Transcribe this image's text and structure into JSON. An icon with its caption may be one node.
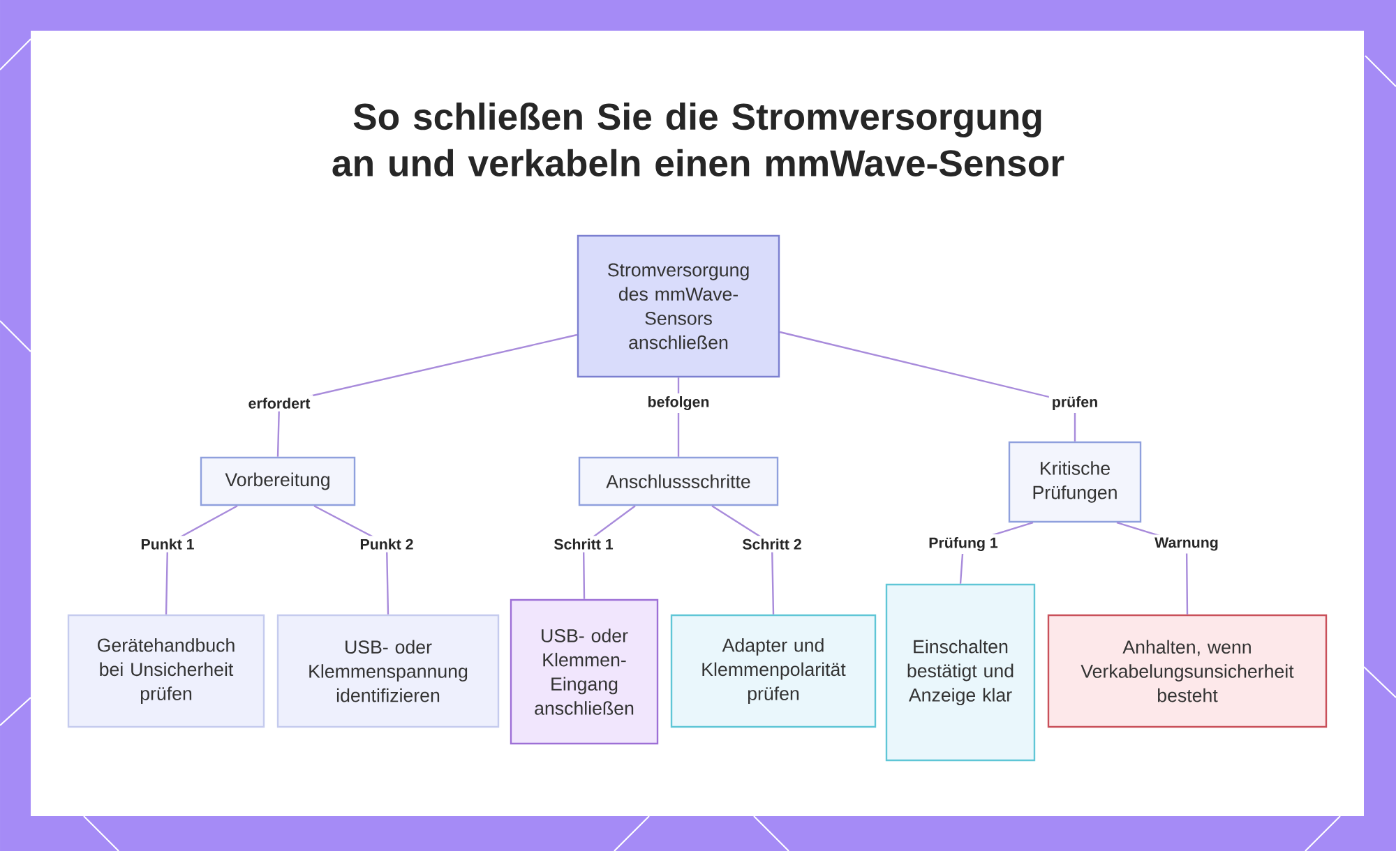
{
  "diagram": {
    "title": "So schließen Sie die Stromversorgung an und verkabeln einen mmWave-Sensor",
    "nodes": [
      {
        "text": [
          "Stromversorgung des mmWave-Sensors anschließen"
        ]
      },
      {
        "text": [
          "Vorbereitung"
        ]
      },
      {
        "text": [
          "Anschlussschritte"
        ]
      },
      {
        "text": [
          "Kritische Prüfungen"
        ]
      },
      {
        "text": [
          "Gerätehandbuch bei Unsicherheit prüfen"
        ]
      },
      {
        "text": [
          "USB- oder Klemmenspannung identifizieren"
        ]
      },
      {
        "text": [
          "USB- oder Klemmen-Eingang anschließen"
        ]
      },
      {
        "text": [
          "Adapter und Klemmenpolarität prüfen"
        ]
      },
      {
        "text": [
          "Einschalten bestätigt und Anzeige klar"
        ]
      },
      {
        "text": [
          "Anhalten, wenn Verkabelungsunsicherheit besteht"
        ]
      }
    ],
    "edges": [
      {
        "from": 0,
        "to": 1,
        "arrow": "none",
        "label": "erfordert"
      },
      {
        "from": 0,
        "to": 2,
        "arrow": "none",
        "label": "befolgen"
      },
      {
        "from": 0,
        "to": 3,
        "arrow": "none",
        "label": "prüfen"
      },
      {
        "from": 1,
        "to": 4,
        "arrow": "none",
        "label": "Punkt 1"
      },
      {
        "from": 1,
        "to": 5,
        "arrow": "none",
        "label": "Punkt 2"
      },
      {
        "from": 2,
        "to": 6,
        "arrow": "none",
        "label": "Schritt 1"
      },
      {
        "from": 2,
        "to": 7,
        "arrow": "none",
        "label": "Schritt 2"
      },
      {
        "from": 3,
        "to": 8,
        "arrow": "none",
        "label": "Prüfung 1"
      },
      {
        "from": 3,
        "to": 9,
        "arrow": "none",
        "label": "Warnung"
      }
    ]
  }
}
